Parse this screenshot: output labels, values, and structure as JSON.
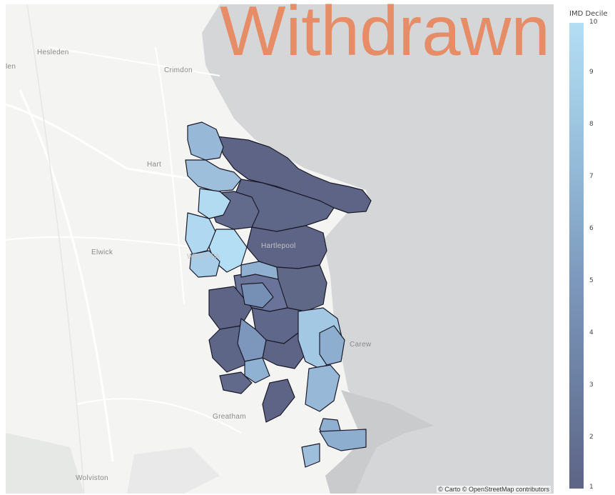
{
  "watermark": "Withdrawn",
  "map": {
    "places": {
      "hesleden": "Hesleden",
      "len": "len",
      "crimdon": "Crimdon",
      "hart": "Hart",
      "elwick": "Elwick",
      "west_park": "WEST PA",
      "hartlepool": "Hartlepool",
      "carew": "Carew",
      "greatham": "Greatham",
      "wolviston": "Wolviston"
    },
    "attribution": "© Carto © OpenStreetMap contributors",
    "colors": {
      "sea": "#d4d6d8",
      "land": "#f4f4f2",
      "border": "#1a1a2a"
    }
  },
  "colorbar": {
    "title": "IMD Decile",
    "ticks": [
      "10",
      "9",
      "8",
      "7",
      "6",
      "5",
      "4",
      "3",
      "2",
      "1"
    ],
    "colors": [
      "#5d6485",
      "#b4def4"
    ]
  }
}
